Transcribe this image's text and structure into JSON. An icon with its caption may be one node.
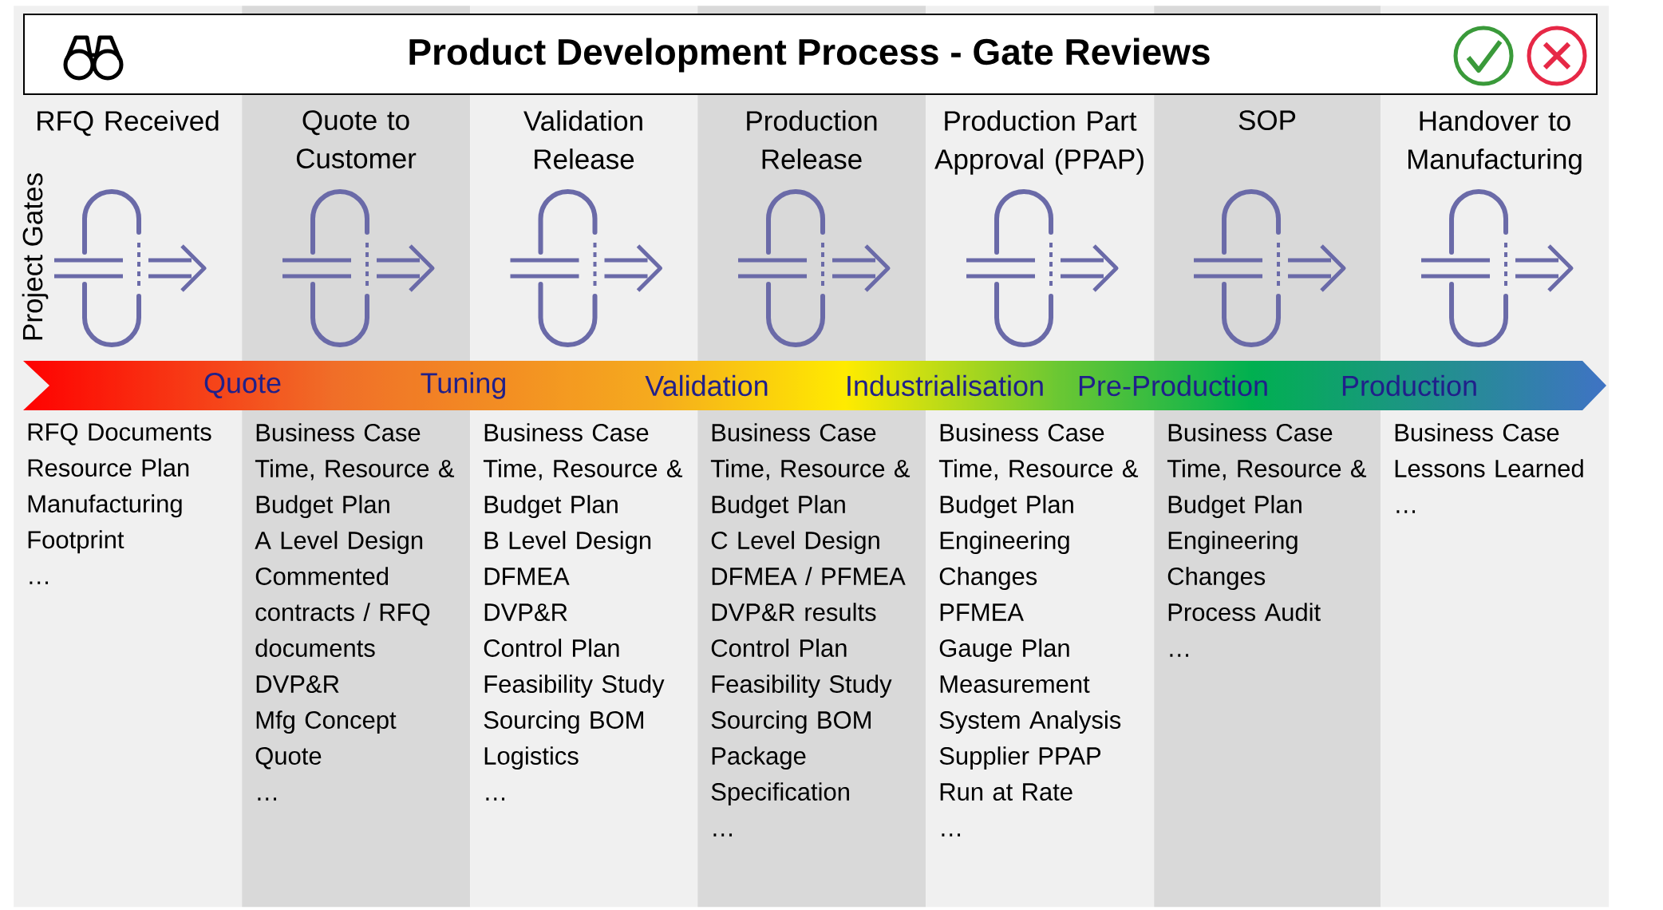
{
  "diagram": {
    "title": "Product Development Process - Gate Reviews",
    "nodes": [
      {
        "text": [
          "RFQ Received",
          "RFQ Documents",
          "Resource Plan",
          "Manufacturing Footprint",
          "…"
        ]
      },
      {
        "text": [
          "Quote to Customer",
          "Business Case",
          "Time, Resource & Budget Plan",
          "A Level Design",
          "Commented contracts / RFQ documents",
          "DVP&R",
          "Mfg Concept",
          "Quote",
          "…"
        ]
      },
      {
        "text": [
          "Validation Release",
          "Business Case",
          "Time, Resource & Budget Plan",
          "B Level Design",
          "DFMEA",
          "DVP&R",
          "Control Plan",
          "Feasibility Study",
          "Sourcing BOM",
          "Logistics",
          "…"
        ]
      },
      {
        "text": [
          "Production Release",
          "Business Case",
          "Time, Resource & Budget Plan",
          "C Level Design",
          "DFMEA / PFMEA",
          "DVP&R results",
          "Control Plan",
          "Feasibility Study",
          "Sourcing BOM",
          "Package Specification",
          "…"
        ]
      },
      {
        "text": [
          "Production Part Approval (PPAP)",
          "Business Case",
          "Time, Resource & Budget Plan",
          "Engineering Changes",
          "PFMEA",
          "Gauge Plan",
          "Measurement System Analysis",
          "Supplier PPAP",
          "Run at Rate",
          "…"
        ]
      },
      {
        "text": [
          "SOP",
          "Business Case",
          "Time, Resource & Budget Plan",
          "Engineering Changes",
          "Process Audit",
          "…"
        ]
      },
      {
        "text": [
          "Handover to Manufacturing",
          "Business Case",
          "Lessons Learned",
          "…"
        ]
      }
    ],
    "labels": [
      "Project Gates",
      "Quote",
      "Tuning",
      "Validation",
      "Industrialisation",
      "Pre-Production",
      "Production"
    ]
  }
}
